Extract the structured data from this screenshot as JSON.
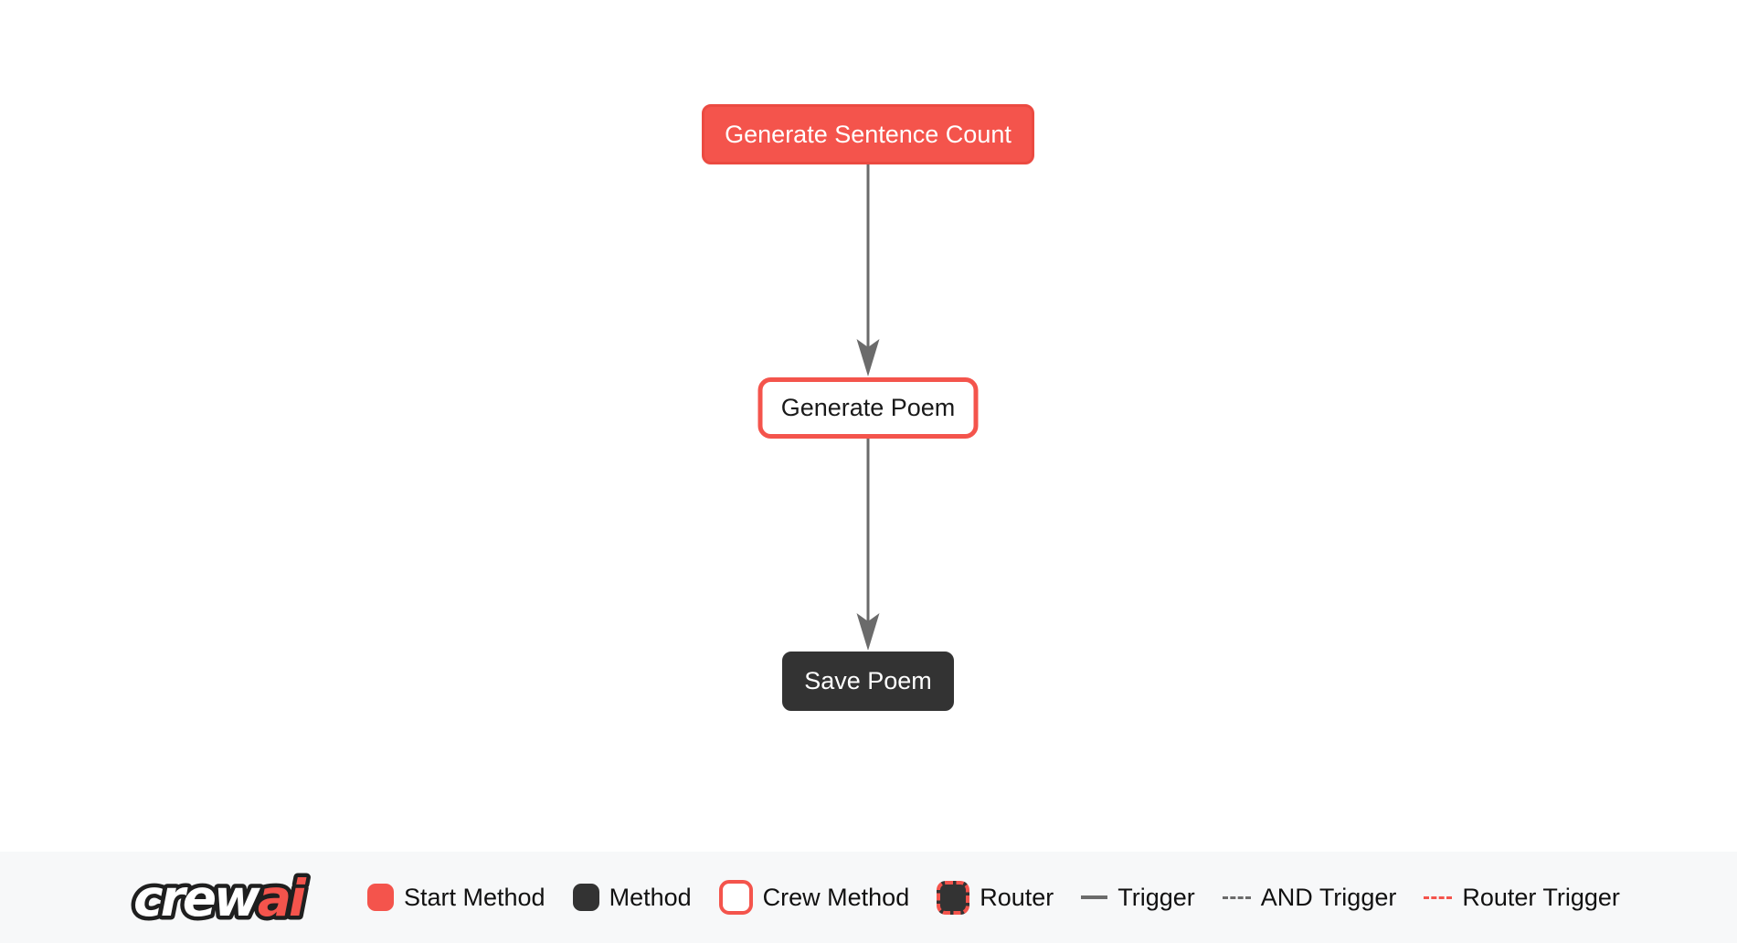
{
  "colors": {
    "accent_red": "#F4544C",
    "accent_red_border": "#EB4A41",
    "dark": "#333333",
    "arrow_gray": "#6B6B6B",
    "legend_bg": "#F7F8F9",
    "logo_red": "#F4544C",
    "logo_outline": "#1F1F1F"
  },
  "flow": {
    "nodes": [
      {
        "id": "generate_sentence_count",
        "label": "Generate Sentence Count",
        "type": "start-method"
      },
      {
        "id": "generate_poem",
        "label": "Generate Poem",
        "type": "crew-method"
      },
      {
        "id": "save_poem",
        "label": "Save Poem",
        "type": "method"
      }
    ],
    "edges": [
      {
        "from": "generate_sentence_count",
        "to": "generate_poem",
        "type": "trigger"
      },
      {
        "from": "generate_poem",
        "to": "save_poem",
        "type": "trigger"
      }
    ]
  },
  "legend": {
    "logo": {
      "part1": "crew",
      "part2": "ai"
    },
    "items": [
      {
        "label": "Start Method",
        "swatch": "start-method-swatch"
      },
      {
        "label": "Method",
        "swatch": "method-swatch"
      },
      {
        "label": "Crew Method",
        "swatch": "crew-method-swatch"
      },
      {
        "label": "Router",
        "swatch": "router-swatch"
      },
      {
        "label": "Trigger",
        "swatch": "trigger-line"
      },
      {
        "label": "AND Trigger",
        "swatch": "and-trigger-line"
      },
      {
        "label": "Router Trigger",
        "swatch": "router-trigger-line"
      }
    ]
  }
}
